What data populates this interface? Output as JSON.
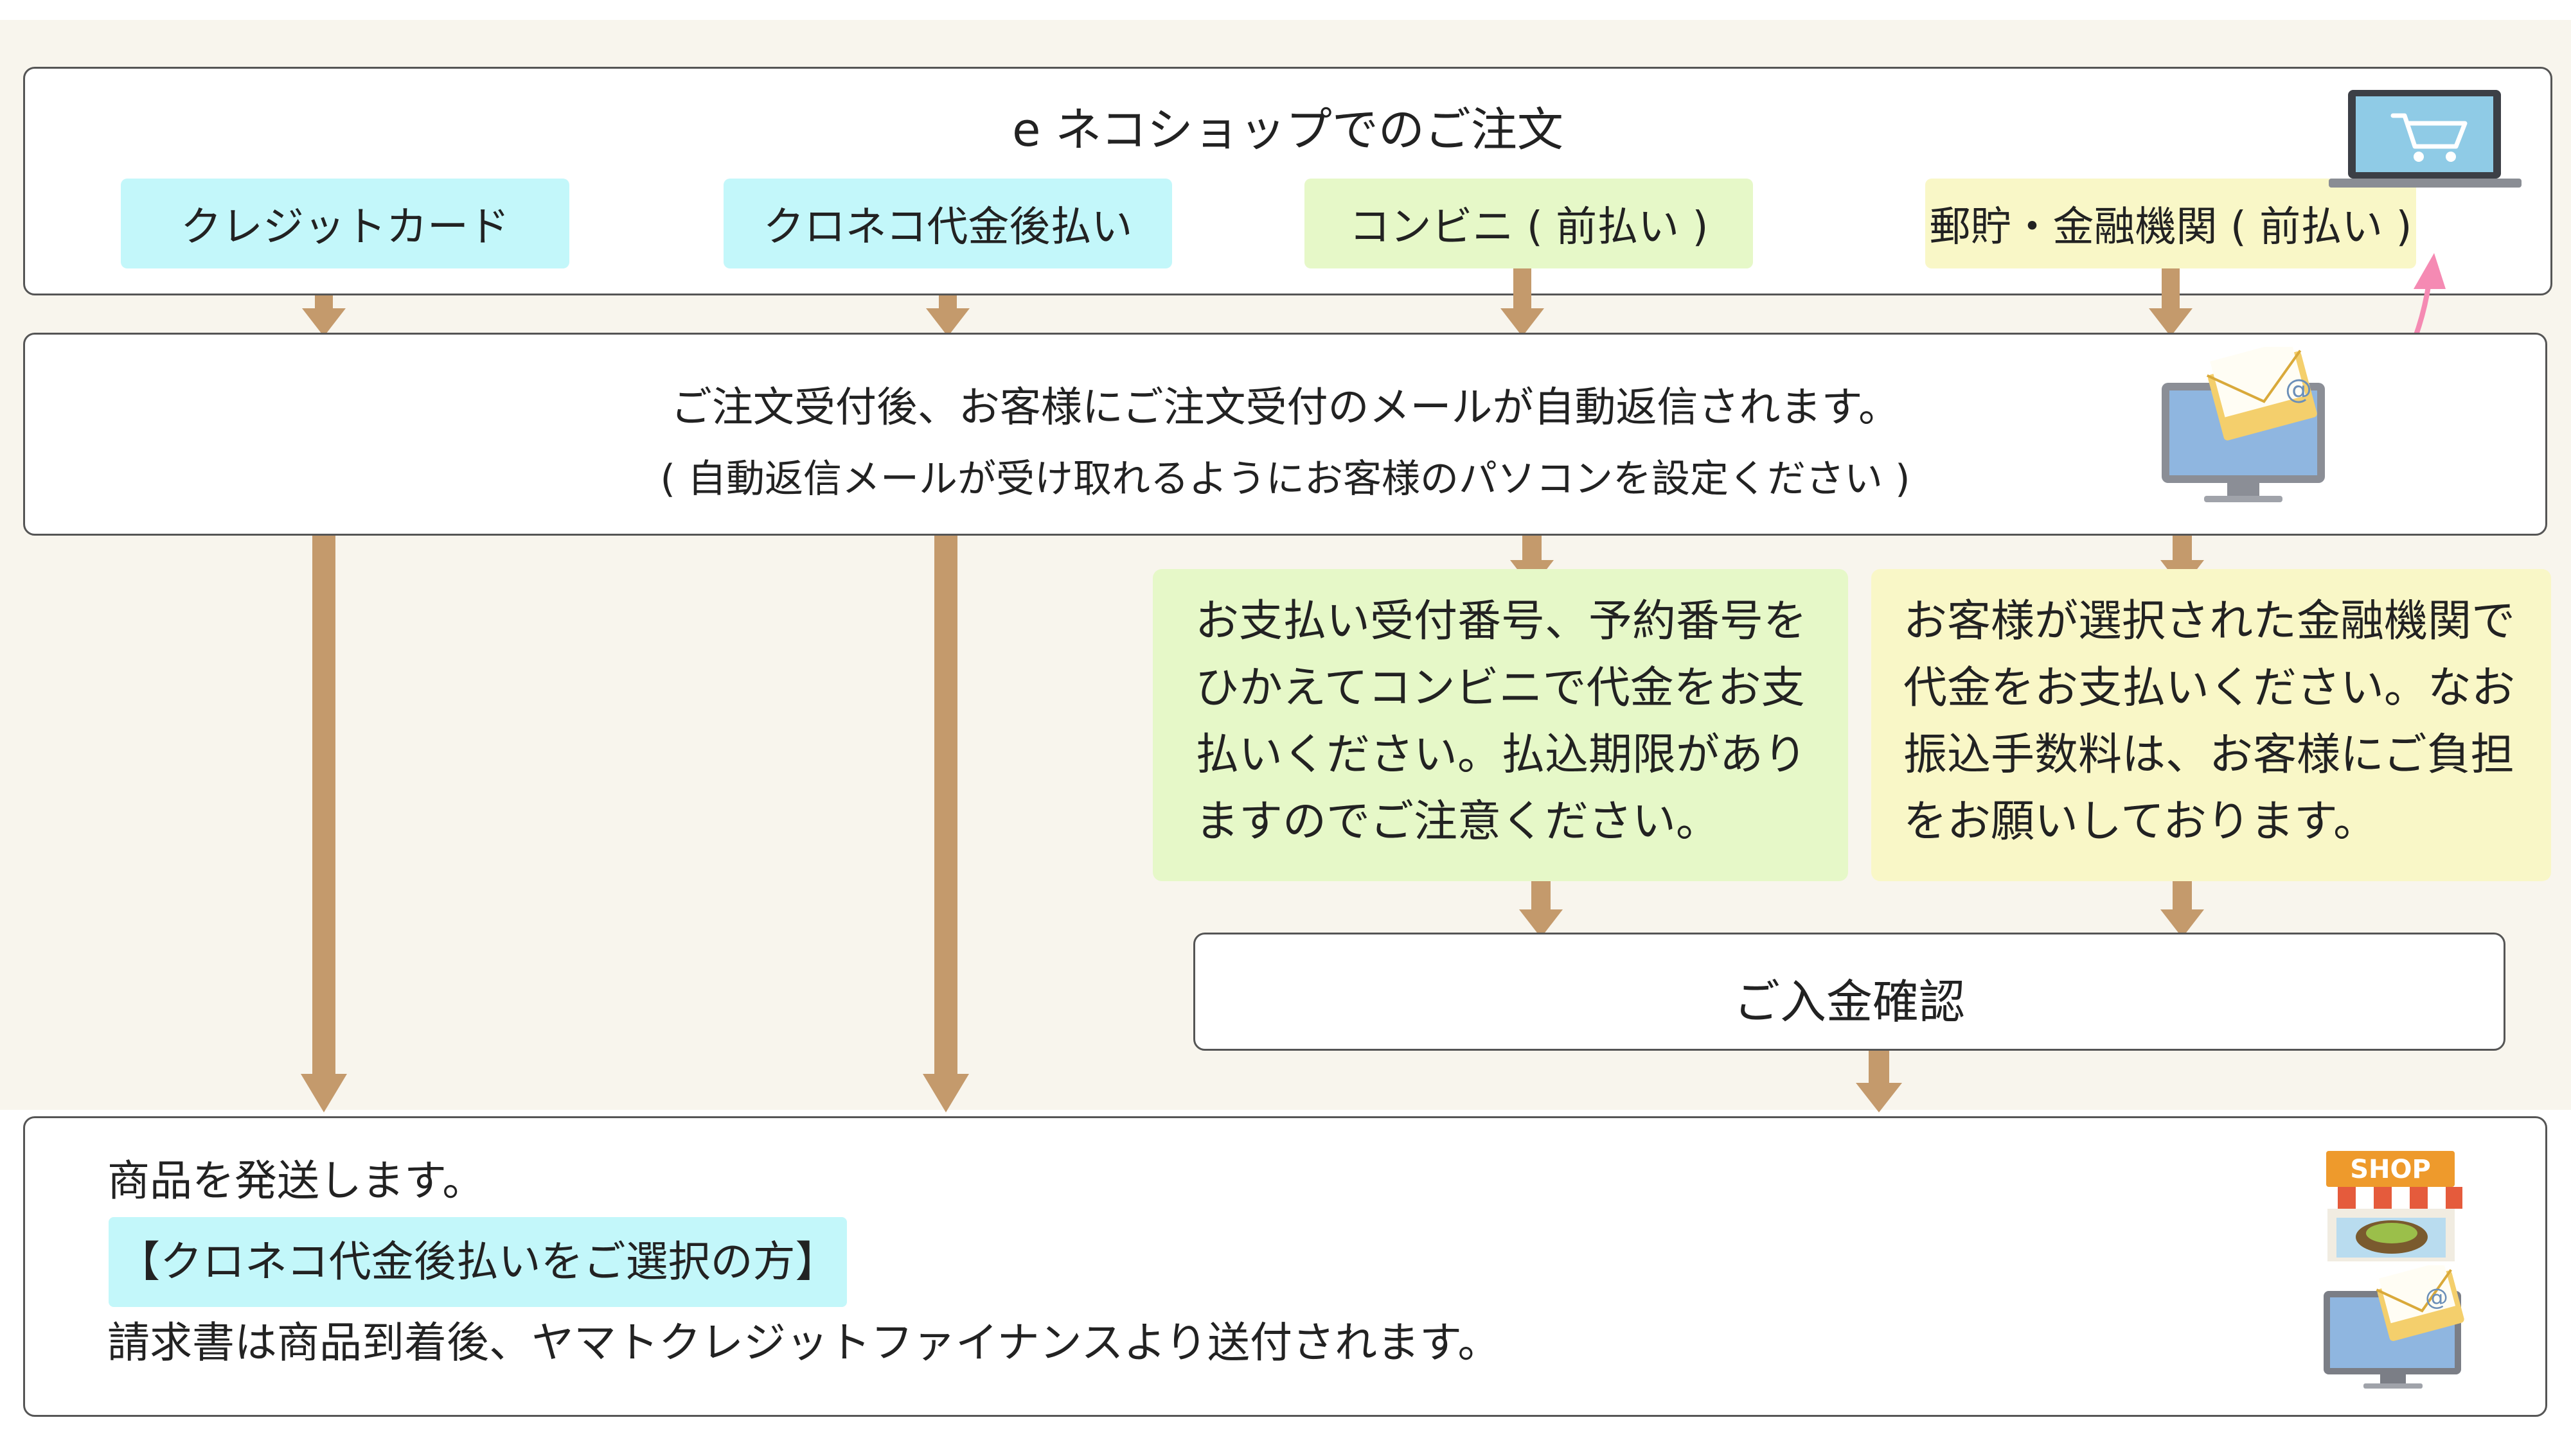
{
  "header": {
    "title": "e ネコショップでのご注文"
  },
  "payment_methods": [
    {
      "label": "クレジットカード"
    },
    {
      "label": "クロネコ代金後払い"
    },
    {
      "label": "コンビニ ( 前払い )"
    },
    {
      "label": "郵貯・金融機関 ( 前払い )"
    }
  ],
  "auto_reply": {
    "line1": "ご注文受付後、お客様にご注文受付のメールが自動返信されます。",
    "line2": "( 自動返信メールが受け取れるようにお客様のパソコンを設定ください )"
  },
  "convenience_note": {
    "lines": [
      "お支払い受付番号、予約番号を",
      "ひかえてコンビニで代金をお支",
      "払いください。払込期限があり",
      "ますのでご注意ください。"
    ]
  },
  "bank_note": {
    "lines": [
      "お客様が選択された金融機関で",
      "代金をお支払いください。なお",
      "振込手数料は、お客様にご負担",
      "をお願いしております。"
    ]
  },
  "payment_confirm": {
    "label": "ご入金確認"
  },
  "shipping": {
    "line1": "商品を発送します。",
    "highlight": "【クロネコ代金後払いをご選択の方】",
    "line3": "請求書は商品到着後、ヤマトクレジットファイナンスより送付されます。"
  },
  "shop_icon": {
    "sign": "SHOP"
  },
  "mail_icon": {
    "symbol": "@"
  },
  "colors": {
    "arrow": "#c49a6c",
    "credit_bg": "#c3f7fa",
    "convenience_bg": "#e6f8c8",
    "bank_bg": "#f9f7c7",
    "panel_bg": "#f8f5ed",
    "pink_arrow": "#f58ab3"
  }
}
